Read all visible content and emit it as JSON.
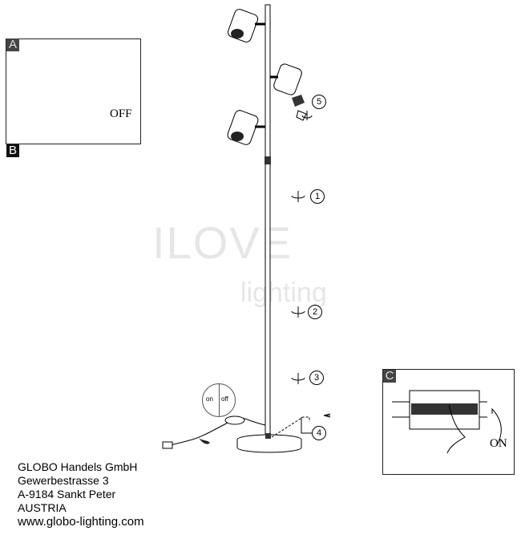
{
  "panels": {
    "a": {
      "tag": "A",
      "label": "OFF"
    },
    "b": {
      "tag": "B"
    },
    "c": {
      "tag": "C",
      "label": "ON"
    }
  },
  "switch": {
    "on": "on",
    "off": "off"
  },
  "steps": [
    "1",
    "2",
    "3",
    "4",
    "5"
  ],
  "watermark": {
    "line1": "ILOVE",
    "line2": "lighting"
  },
  "footer": {
    "company": "GLOBO Handels GmbH",
    "street": "Gewerbestrasse  3",
    "city": "A-9184 Sankt Peter",
    "country": "AUSTRIA",
    "website": "www.globo-lighting.com"
  }
}
